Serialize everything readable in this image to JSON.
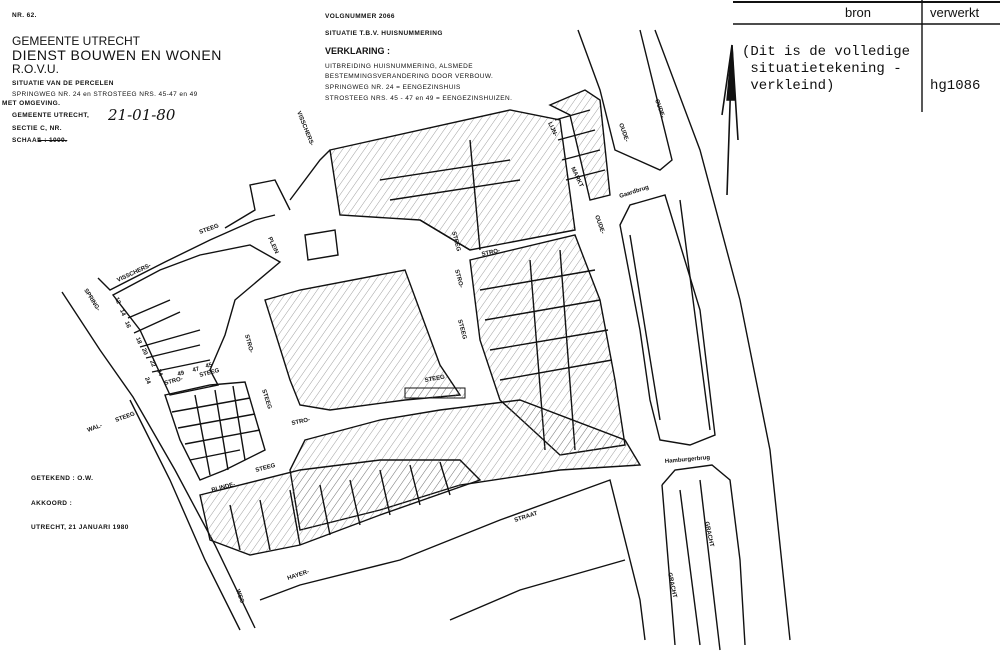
{
  "header_left": {
    "number": "NR. 62.",
    "title_1": "GEMEENTE UTRECHT",
    "title_2": "DIENST BOUWEN EN WONEN",
    "title_3": "R.O.V.U.",
    "situatie": "SITUATIE   VAN DE PERCELEN",
    "address": "SPRINGWEG  NR. 24  en  STROSTEEG  NRS. 45-47 en 49",
    "omgeving": "MET OMGEVING.",
    "gemeente": "GEMEENTE UTRECHT,",
    "handwritten_date": "21-01-80",
    "sectie": "SECTIE      C,        NR.",
    "schaal_label": "SCHAAL",
    "schaal_value": "1 : 1000."
  },
  "header_center": {
    "volgnummer": "VOLGNUMMER  2066",
    "situatie": "SITUATIE T.B.V. HUISNUMMERING",
    "verklaring_title": "VERKLARING :",
    "lines": [
      "UITBREIDING  HUISNUMMERING, ALSMEDE",
      "BESTEMMINGSVERANDERING  DOOR  VERBOUW.",
      "SPRINGWEG   NR. 24 =  EENGEZINSHUIS",
      "STROSTEEG  NRS. 45 - 47 en 49 =  EENGEZINSHUIZEN."
    ]
  },
  "archive_table": {
    "col_bron": "bron",
    "col_verwerkt": "verwerkt",
    "bron_note": [
      "(Dit is de volledige",
      " situatietekening -",
      " verkleind)"
    ],
    "verwerkt_value": "hg1086"
  },
  "footer_left": {
    "getekend": "GETEKEND : O.W.",
    "akkoord": "AKKOORD :",
    "place_date": "UTRECHT,  21  JANUARI   1980"
  },
  "map_labels": {
    "visschers_top": "VISSCHERS-",
    "steeg_top": "STEEG",
    "plein": "PLEIN",
    "visschers_left": "VISSCHERS-",
    "spring": "SPRING-",
    "weg_spring": "WEG",
    "stro_1": "STRO-",
    "steeg_1": "STEEG",
    "stro_2": "STRO-",
    "steeg_2": "STEEG",
    "stro_3": "STRO-",
    "steeg_3": "STEEG",
    "steeg_4": "STEEG",
    "stro_4": "STRO-",
    "steeg_5": "STEEG",
    "stro_5": "STRO-",
    "wal": "WAL-",
    "steeg_wal": "STEEG",
    "blinde": "BLINDE-",
    "steeg_blinde": "STEEG",
    "hayer": "HAYER-",
    "weg_hayer": "WEG",
    "straat": "STRAAT",
    "lijn": "LIJN-",
    "markt": "MARKT",
    "oude_1": "OUDE-",
    "oude_2": "OUDE-",
    "oude_3": "OUDE-",
    "gaardbrug": "Gaardbrug",
    "hamburgerbrug": "Hamburgerbrug",
    "gracht_1": "GRACHT",
    "gracht_2": "GRACHT",
    "house_numbers": [
      "12",
      "14",
      "16",
      "18",
      "20",
      "22",
      "24",
      "24",
      "49",
      "47",
      "45"
    ]
  }
}
